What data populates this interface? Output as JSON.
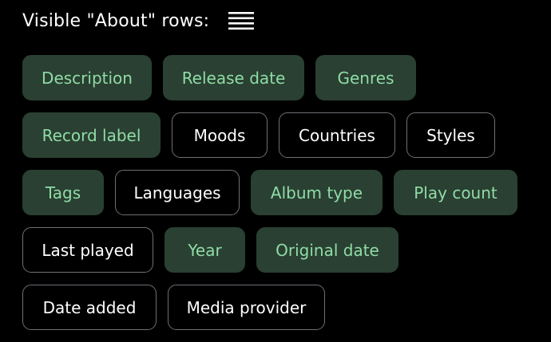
{
  "header": {
    "title": "Visible \"About\" rows:",
    "drag_icon": "drag-handle-icon"
  },
  "colors": {
    "selected_bg": "#2a4032",
    "selected_text": "#8fdca6",
    "unselected_border": "#6f6f76",
    "unselected_text": "#ffffff",
    "background": "#000000"
  },
  "chips": [
    {
      "label": "Description",
      "selected": true
    },
    {
      "label": "Release date",
      "selected": true
    },
    {
      "label": "Genres",
      "selected": true
    },
    {
      "label": "Record label",
      "selected": true
    },
    {
      "label": "Moods",
      "selected": false
    },
    {
      "label": "Countries",
      "selected": false
    },
    {
      "label": "Styles",
      "selected": false
    },
    {
      "label": "Tags",
      "selected": true
    },
    {
      "label": "Languages",
      "selected": false
    },
    {
      "label": "Album type",
      "selected": true
    },
    {
      "label": "Play count",
      "selected": true
    },
    {
      "label": "Last played",
      "selected": false
    },
    {
      "label": "Year",
      "selected": true
    },
    {
      "label": "Original date",
      "selected": true
    },
    {
      "label": "Date added",
      "selected": false
    },
    {
      "label": "Media provider",
      "selected": false
    }
  ]
}
